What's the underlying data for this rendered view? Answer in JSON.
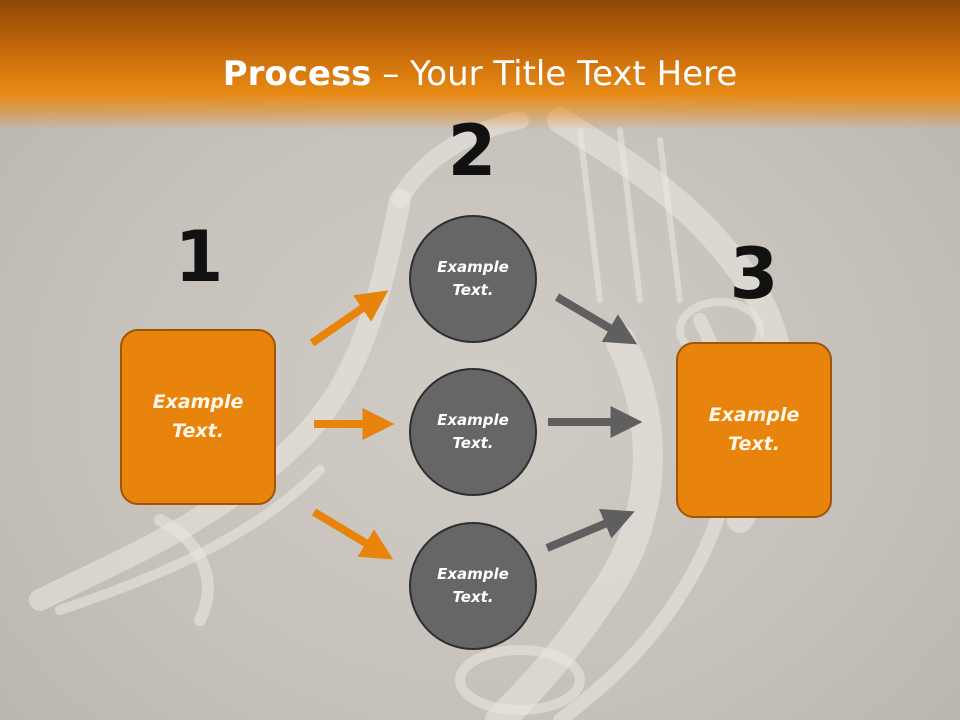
{
  "title": {
    "bold": "Process",
    "rest": " – Your Title Text Here"
  },
  "steps": [
    {
      "number": "1"
    },
    {
      "number": "2"
    },
    {
      "number": "3"
    }
  ],
  "left_box": {
    "line1": "Example",
    "line2": "Text."
  },
  "circles": [
    {
      "line1": "Example",
      "line2": "Text."
    },
    {
      "line1": "Example",
      "line2": "Text."
    },
    {
      "line1": "Example",
      "line2": "Text."
    }
  ],
  "right_box": {
    "line1": "Example",
    "line2": "Text."
  },
  "colors": {
    "accent": "#e8830c",
    "circle": "#666666",
    "arrow_gray": "#5f5f5f"
  }
}
